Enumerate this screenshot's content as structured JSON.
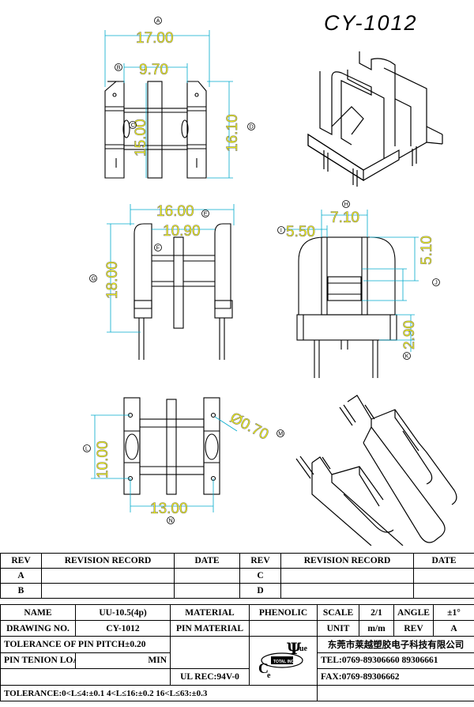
{
  "title": "CY-1012",
  "dimensions": {
    "a": "17.00",
    "b": "9.70",
    "c": "15.00",
    "d": "16.10",
    "e": "16.00",
    "f": "10.90",
    "g": "18.00",
    "h": "7.10",
    "i": "5.50",
    "j": "5.10",
    "k": "2.90",
    "l": "10.00",
    "m": "Ø0.70",
    "n": "13.00"
  },
  "markers": [
    "A",
    "B",
    "C",
    "D",
    "E",
    "F",
    "G",
    "H",
    "I",
    "J",
    "K",
    "L",
    "M",
    "N"
  ],
  "revision": {
    "headers": [
      "REV",
      "REVISION RECORD",
      "DATE",
      "REV",
      "REVISION RECORD",
      "DATE"
    ],
    "rows": [
      [
        "A",
        "",
        "",
        "C",
        "",
        ""
      ],
      [
        "B",
        "",
        "",
        "D",
        "",
        ""
      ]
    ]
  },
  "spec": {
    "name_label": "NAME",
    "name_value": "UU-10.5(4p)",
    "material_label": "MATERIAL",
    "material_value": "PHENOLIC",
    "scale_label": "SCALE",
    "scale_value": "2/1",
    "angle_label": "ANGLE",
    "angle_value": "±1°",
    "drawing_no_label": "DRAWING NO.",
    "drawing_no_value": "CY-1012",
    "pin_material_label": "PIN MATERIAL",
    "unit_label": "UNIT",
    "unit_value": "m/m",
    "rev_label": "REV",
    "rev_value": "A",
    "pitch_tolerance": "TOLERANCE OF PIN PITCH±0.20",
    "tenion_label": "PIN TENION LOAD",
    "tenion_value": "MIN",
    "ul": "UL REC:94V-0",
    "company": "东莞市莱越塑胶电子科技有限公司",
    "tel": "TEL:0769-89306660 89306661",
    "fax": "FAX:0769-89306662",
    "tolerance": "TOLERANCE:0<L≤4:±0.1  4<L≤16:±0.2  16<L≤63:±0.3",
    "logo_letters": [
      "C",
      "e",
      "Ψ",
      "ue"
    ],
    "logo_badge": "TOTAL INC"
  }
}
